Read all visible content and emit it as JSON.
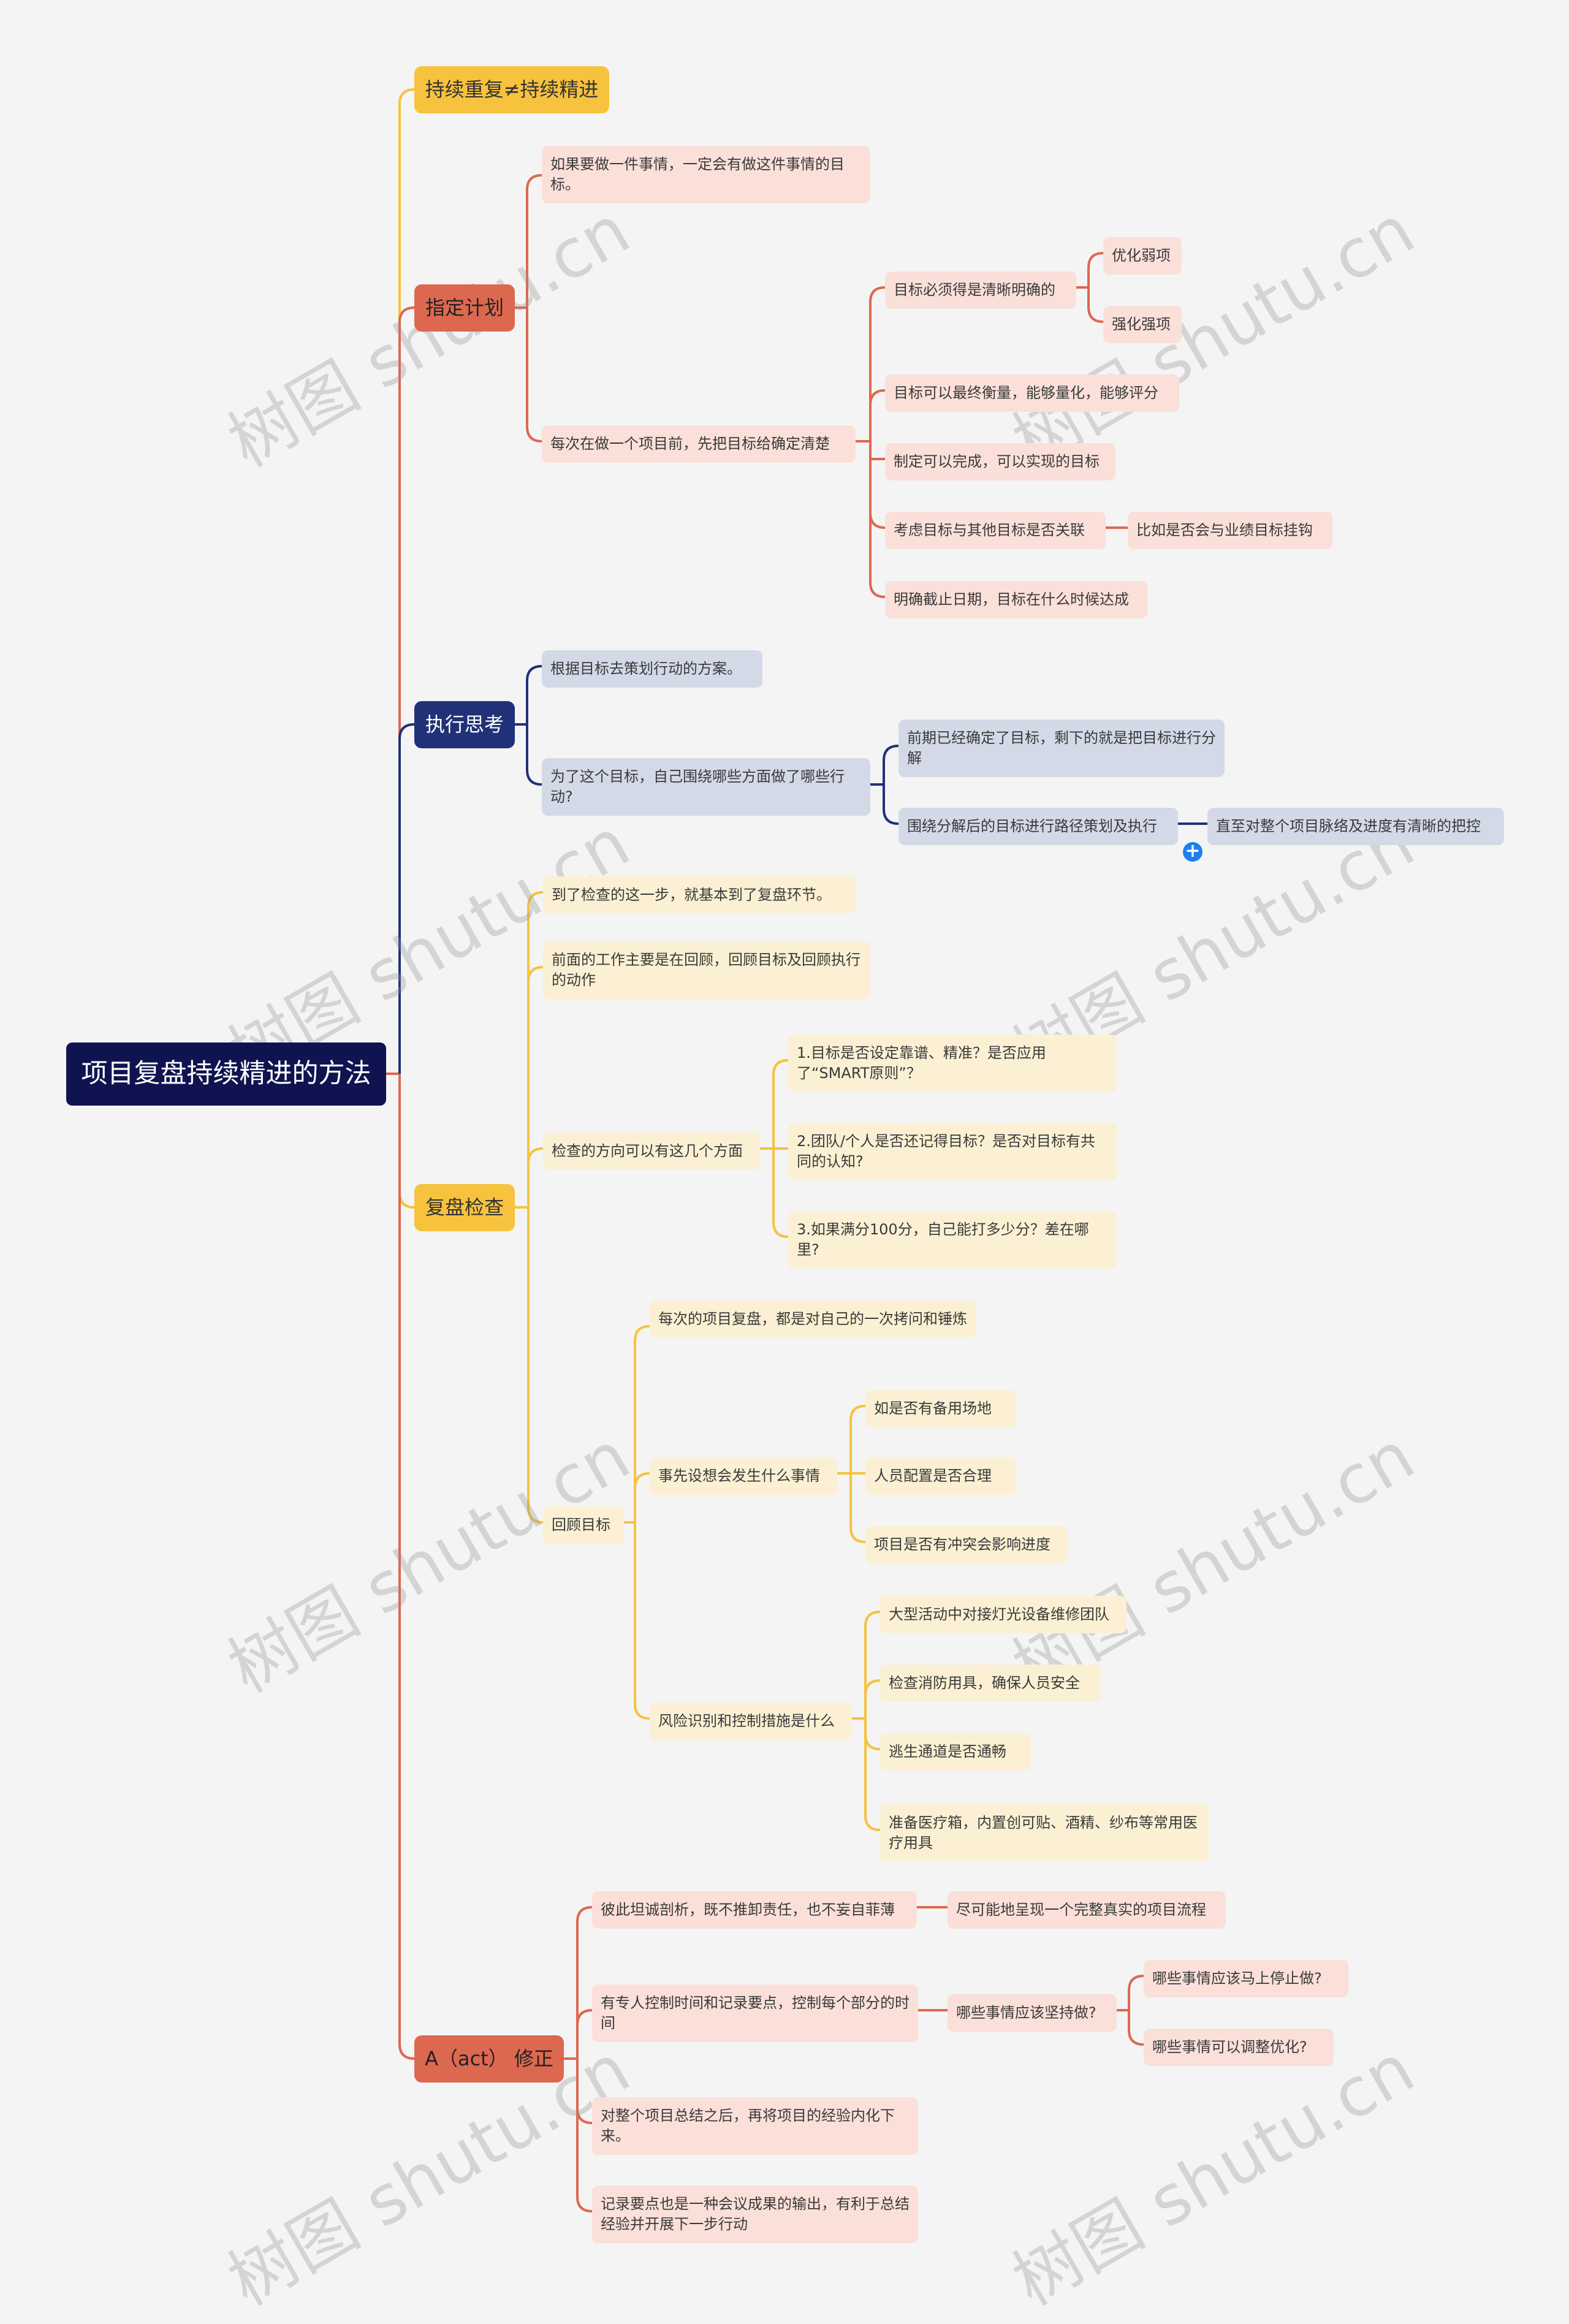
{
  "root": "项目复盘持续精进的方法",
  "branches": {
    "b1": {
      "label": "持续重复≠持续精进"
    },
    "b2": {
      "label": "指定计划",
      "n1": "如果要做一件事情，一定会有做这件事情的目标。",
      "n2": "每次在做一个项目前，先把目标给确定清楚",
      "n2_children": {
        "c1": "目标必须得是清晰明确的",
        "c1a": "优化弱项",
        "c1b": "强化强项",
        "c2": "目标可以最终衡量，能够量化，能够评分",
        "c3": "制定可以完成，可以实现的目标",
        "c4": "考虑目标与其他目标是否关联",
        "c4a": "比如是否会与业绩目标挂钩",
        "c5": "明确截止日期，目标在什么时候达成"
      }
    },
    "b3": {
      "label": "执行思考",
      "n1": "根据目标去策划行动的方案。",
      "n2": "为了这个目标，自己围绕哪些方面做了哪些行动?",
      "c1": "前期已经确定了目标，剩下的就是把目标进行分解",
      "c2": "围绕分解后的目标进行路径策划及执行",
      "c2a": "直至对整个项目脉络及进度有清晰的把控"
    },
    "b4": {
      "label": "复盘检查",
      "n1": "到了检查的这一步，就基本到了复盘环节。",
      "n2": "前面的工作主要是在回顾，回顾目标及回顾执行的动作",
      "n3": "检查的方向可以有这几个方面",
      "n3a": "1.目标是否设定靠谱、精准？是否应用了“SMART原则”？",
      "n3b": "2.团队/个人是否还记得目标？是否对目标有共同的认知?",
      "n3c": "3.如果满分100分，自己能打多少分？差在哪里?",
      "n4": "回顾目标",
      "n4a": "每次的项目复盘，都是对自己的一次拷问和锤炼",
      "n4b": "事先设想会发生什么事情",
      "n4b1": "如是否有备用场地",
      "n4b2": "人员配置是否合理",
      "n4b3": "项目是否有冲突会影响进度",
      "n4c": "风险识别和控制措施是什么",
      "n4c1": "大型活动中对接灯光设备维修团队",
      "n4c2": "检查消防用具，确保人员安全",
      "n4c3": "逃生通道是否通畅",
      "n4c4": "准备医疗箱，内置创可贴、酒精、纱布等常用医疗用具"
    },
    "b5": {
      "label": "A（act） 修正",
      "n1": "彼此坦诚剖析，既不推卸责任，也不妄自菲薄",
      "n1a": "尽可能地呈现一个完整真实的项目流程",
      "n2": "有专人控制时间和记录要点，控制每个部分的时间",
      "n2a": "哪些事情应该坚持做?",
      "n2a1": "哪些事情应该马上停止做?",
      "n2a2": "哪些事情可以调整优化?",
      "n3": "对整个项目总结之后，再将项目的经验内化下来。",
      "n4": "记录要点也是一种会议成果的输出，有利于总结经验并开展下一步行动"
    }
  },
  "watermark": "树图 shutu.cn",
  "expand_icon": "plus-icon",
  "colors": {
    "yellow": "#f7c23d",
    "red": "#dd6850",
    "navy": "#213178",
    "root": "#0f1450"
  }
}
